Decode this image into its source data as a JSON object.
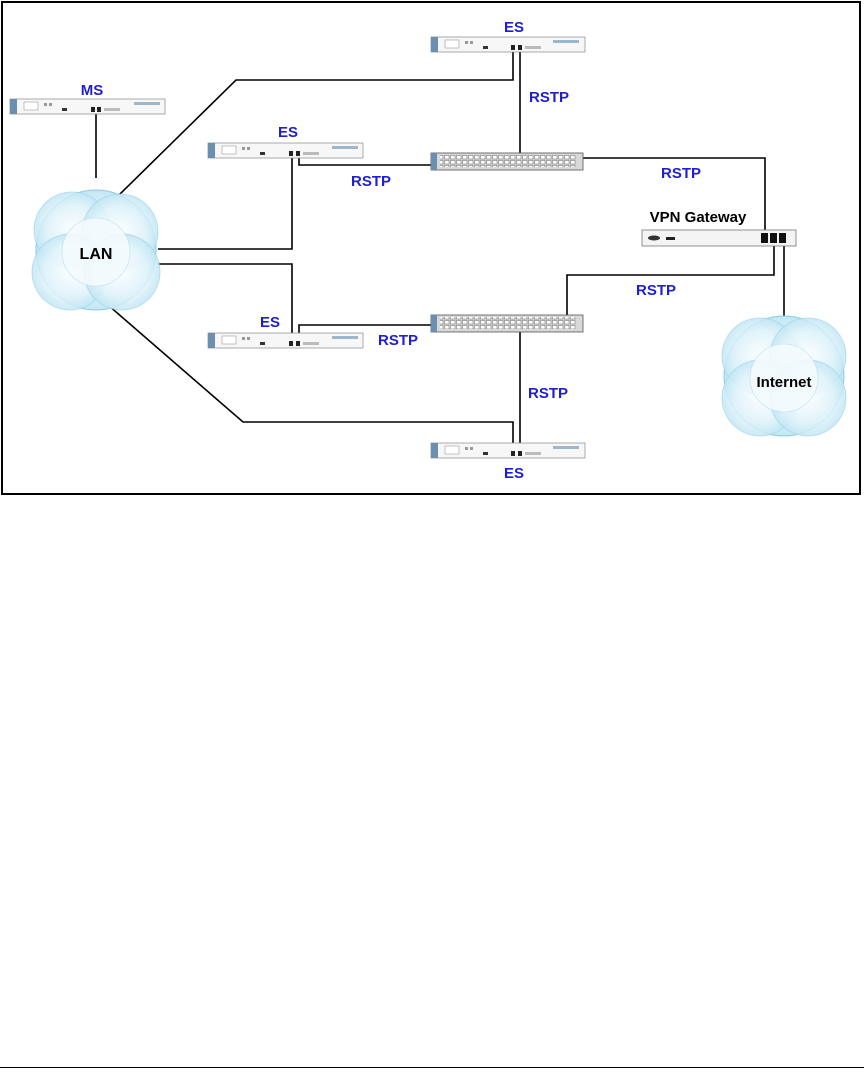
{
  "diagram": {
    "nodes": {
      "ms_label": "MS",
      "es_top_label": "ES",
      "es_mid_label": "ES",
      "es_low_label": "ES",
      "es_bottom_label": "ES",
      "vpn_label": "VPN Gateway",
      "lan_label": "LAN",
      "internet_label": "Internet"
    },
    "links": {
      "rstp_1": "RSTP",
      "rstp_2": "RSTP",
      "rstp_3": "RSTP",
      "rstp_4": "RSTP",
      "rstp_5": "RSTP",
      "rstp_6": "RSTP"
    },
    "colors": {
      "label_blue": "#1f1fd1",
      "cloud_fill": "#c8eaf6",
      "cloud_stroke": "#88c8e0"
    }
  }
}
